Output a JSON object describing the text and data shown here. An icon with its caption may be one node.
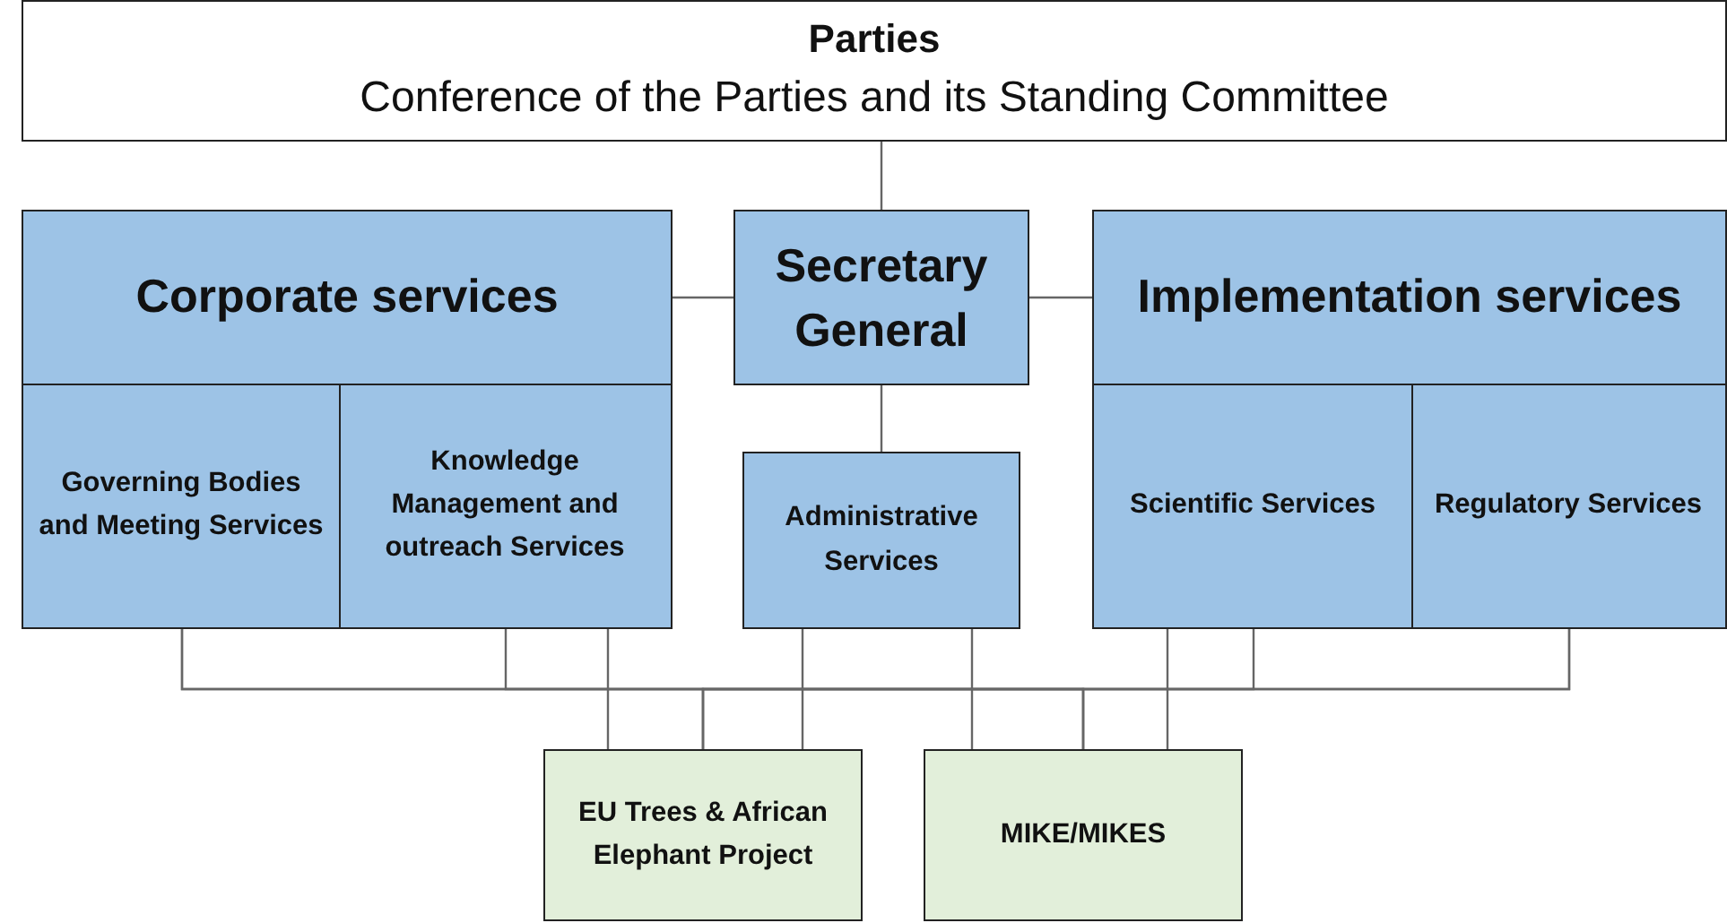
{
  "diagram": {
    "nodes": [
      {
        "text": [
          "Parties",
          "Conference of the Parties and its Standing Committee"
        ]
      },
      {
        "text": [
          "Corporate services"
        ]
      },
      {
        "text": [
          "Governing Bodies and Meeting Services"
        ],
        "in": 1
      },
      {
        "text": [
          "Knowledge Management and outreach Services"
        ],
        "in": 1
      },
      {
        "text": [
          "Secretary General"
        ]
      },
      {
        "text": [
          "Administrative Services"
        ]
      },
      {
        "text": [
          "Implementation services"
        ]
      },
      {
        "text": [
          "Scientific Services"
        ],
        "in": 6
      },
      {
        "text": [
          "Regulatory Services"
        ],
        "in": 6
      },
      {
        "text": [
          "EU Trees & African Elephant Project"
        ]
      },
      {
        "text": [
          "MIKE/MIKES"
        ]
      }
    ],
    "edges": [
      {
        "from": 0,
        "to": 4,
        "arrow": "none"
      },
      {
        "from": 1,
        "to": 4,
        "arrow": "none"
      },
      {
        "from": 4,
        "to": 6,
        "arrow": "none"
      },
      {
        "from": 4,
        "to": 5,
        "arrow": "none"
      },
      {
        "from": 2,
        "to": 9,
        "arrow": "none"
      },
      {
        "from": 2,
        "to": 10,
        "arrow": "none"
      },
      {
        "from": 3,
        "to": 9,
        "arrow": "none"
      },
      {
        "from": 3,
        "to": 10,
        "arrow": "none"
      },
      {
        "from": 5,
        "to": 9,
        "arrow": "none"
      },
      {
        "from": 5,
        "to": 10,
        "arrow": "none"
      },
      {
        "from": 7,
        "to": 9,
        "arrow": "none"
      },
      {
        "from": 7,
        "to": 10,
        "arrow": "none"
      },
      {
        "from": 8,
        "to": 9,
        "arrow": "none"
      },
      {
        "from": 8,
        "to": 10,
        "arrow": "none"
      }
    ]
  }
}
